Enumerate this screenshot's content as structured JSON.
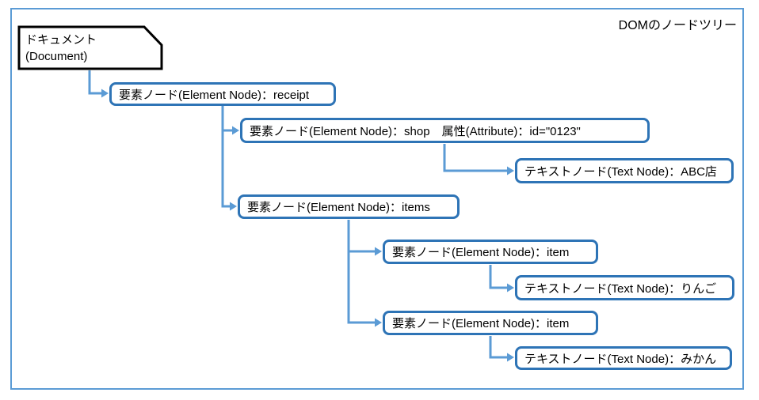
{
  "title": "DOMのノードツリー",
  "colors": {
    "frame_border": "#5B9BD5",
    "connector": "#5B9BD5",
    "node_border": "#2E74B6",
    "document_border": "#000000",
    "text": "#000000",
    "background": "#FFFFFF"
  },
  "tree": {
    "document": {
      "label_ja": "ドキュメント",
      "label_en": "(Document)"
    },
    "nodes": [
      {
        "id": "receipt",
        "parent": "document",
        "type": "element",
        "label": "要素ノード(Element Node)：receipt"
      },
      {
        "id": "shop",
        "parent": "receipt",
        "type": "element",
        "label": "要素ノード(Element Node)：shop　属性(Attribute)：id=\"0123\""
      },
      {
        "id": "shop-text",
        "parent": "shop",
        "type": "text",
        "label": "テキストノード(Text Node)：ABC店"
      },
      {
        "id": "items",
        "parent": "receipt",
        "type": "element",
        "label": "要素ノード(Element Node)：items"
      },
      {
        "id": "item-1",
        "parent": "items",
        "type": "element",
        "label": "要素ノード(Element Node)：item"
      },
      {
        "id": "item-1-text",
        "parent": "item-1",
        "type": "text",
        "label": "テキストノード(Text Node)：りんご"
      },
      {
        "id": "item-2",
        "parent": "items",
        "type": "element",
        "label": "要素ノード(Element Node)：item"
      },
      {
        "id": "item-2-text",
        "parent": "item-2",
        "type": "text",
        "label": "テキストノード(Text Node)：みかん"
      }
    ]
  }
}
